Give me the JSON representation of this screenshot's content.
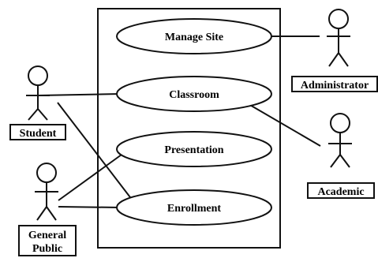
{
  "use_cases": {
    "manage_site": "Manage Site",
    "classroom": "Classroom",
    "presentation": "Presentation",
    "enrollment": "Enrollment"
  },
  "actors": {
    "student": "Student",
    "general_public_line1": "General",
    "general_public_line2": "Public",
    "administrator": "Administrator",
    "academic": "Academic"
  },
  "colors": {
    "line": "#111111",
    "background": "#ffffff"
  }
}
